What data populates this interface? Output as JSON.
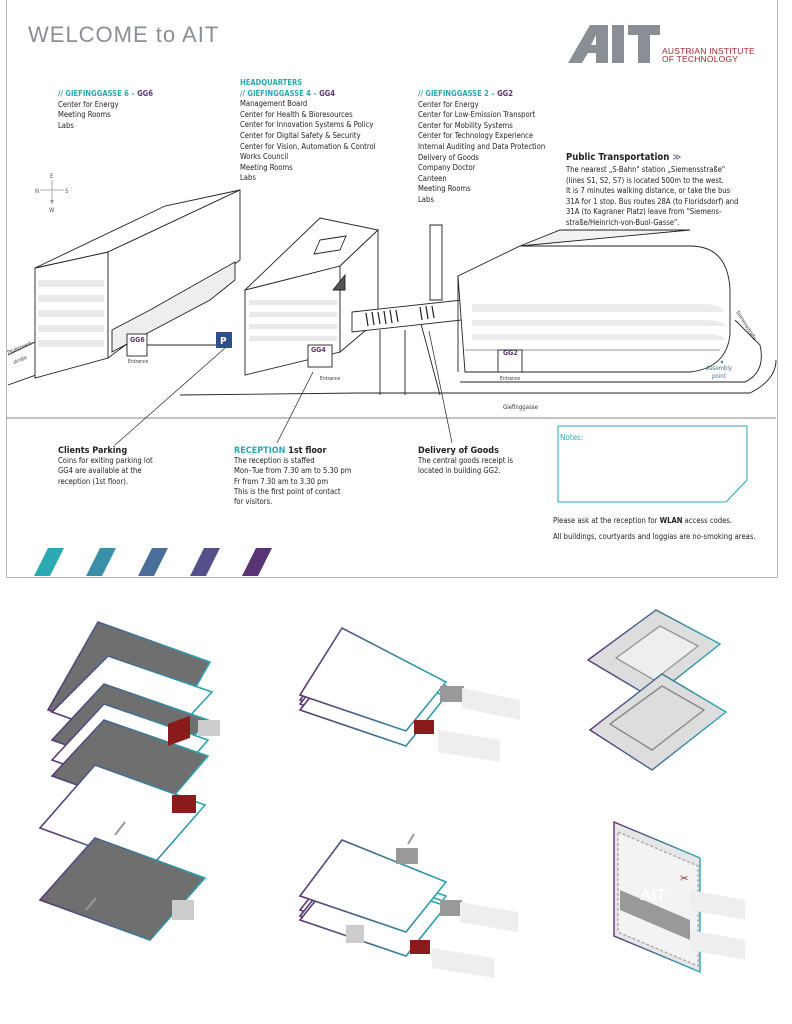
{
  "header": {
    "title": "WELCOME to AIT",
    "logo_mark": "AIT",
    "logo_line1": "AUSTRIAN INSTITUTE",
    "logo_line2": "OF TECHNOLOGY"
  },
  "gg6": {
    "heading_prefix": "// GIEFINGGASSE 6 – ",
    "heading_code": "GG6",
    "items": [
      "Center for Energy",
      "Meeting Rooms",
      "Labs"
    ]
  },
  "gg4": {
    "heading_top": "HEADQUARTERS",
    "heading_prefix": "// GIEFINGGASSE 4 – ",
    "heading_code": "GG4",
    "items": [
      "Management Board",
      "Center for Health & Bioresources",
      "Center for Innovation Systems & Policy",
      "Center for Digital Safety & Security",
      "Center for Vision, Automation & Control",
      "Works Council",
      "Meeting Rooms",
      "Labs"
    ]
  },
  "gg2": {
    "heading_prefix": "// GIEFINGGASSE 2 – ",
    "heading_code": "GG2",
    "items": [
      "Center for Energy",
      "Center for Low-Emission Transport",
      "Center for Mobility Systems",
      "Center for Technology Experience",
      "Internal Auditing and Data Protection",
      "Delivery of Goods",
      "Company Doctor",
      "Canteen",
      "Meeting Rooms",
      "Labs"
    ]
  },
  "public_transport": {
    "title": "Public Transportation",
    "arrow": "≫",
    "lines": [
      "The nearest „S-Bahn\" station „Siemensstraße\"",
      "(lines S1, S2, S7) is located 500m to the west.",
      "It is 7 minutes walking distance, or take the bus",
      "31A for 1 stop. Bus routes 28A (to Floridsdorf) and",
      "31A (to Kagraner Platz) leave from \"Siemens-",
      "straße/Heinrich-von-Buol-Gasse\"."
    ]
  },
  "compass": {
    "n": "N",
    "e": "E",
    "s": "S",
    "w": "W"
  },
  "map": {
    "gg6": "GG6",
    "gg4": "GG4",
    "gg2": "GG2",
    "entrance": "Entrance",
    "parking_sign": "P",
    "street_left_1": "Paukerwerk-",
    "street_left_2": "straße",
    "street_right": "Siemensstraße",
    "street_bottom": "Giefinggasse",
    "assembly_1": "Assembly",
    "assembly_2": "point"
  },
  "callouts": {
    "parking_title": "Clients Parking",
    "parking_lines": [
      "Coins for exiting parking lot",
      "GG4 are available at the",
      "reception (1st floor)."
    ],
    "reception_title_a": "RECEPTION",
    "reception_title_b": " 1st floor",
    "reception_lines": [
      "The reception is staffed",
      "Mon–Tue from 7.30 am to 5.30 pm",
      "Fr from 7.30 am to 3.30 pm",
      "This is the first point of contact",
      "for  visitors."
    ],
    "delivery_title": "Delivery of Goods",
    "delivery_lines": [
      "The central goods receipt is",
      "located in building GG2."
    ]
  },
  "notes": {
    "label": "Notes:"
  },
  "footer": {
    "wlan_a": "Please ask at the reception for ",
    "wlan_b": "WLAN",
    "wlan_c": " access codes.",
    "smoking": "All buildings, courtyards and loggias are no-smoking areas."
  },
  "colors": {
    "teal": "#2aa9b3",
    "purple": "#5a3575",
    "red": "#a5282c",
    "grey": "#6f6f6f",
    "stripes": [
      "#2aa9b3",
      "#3a8fa9",
      "#4a6f9a",
      "#55508a",
      "#5a3575"
    ]
  },
  "diagram_logo": "AIT"
}
